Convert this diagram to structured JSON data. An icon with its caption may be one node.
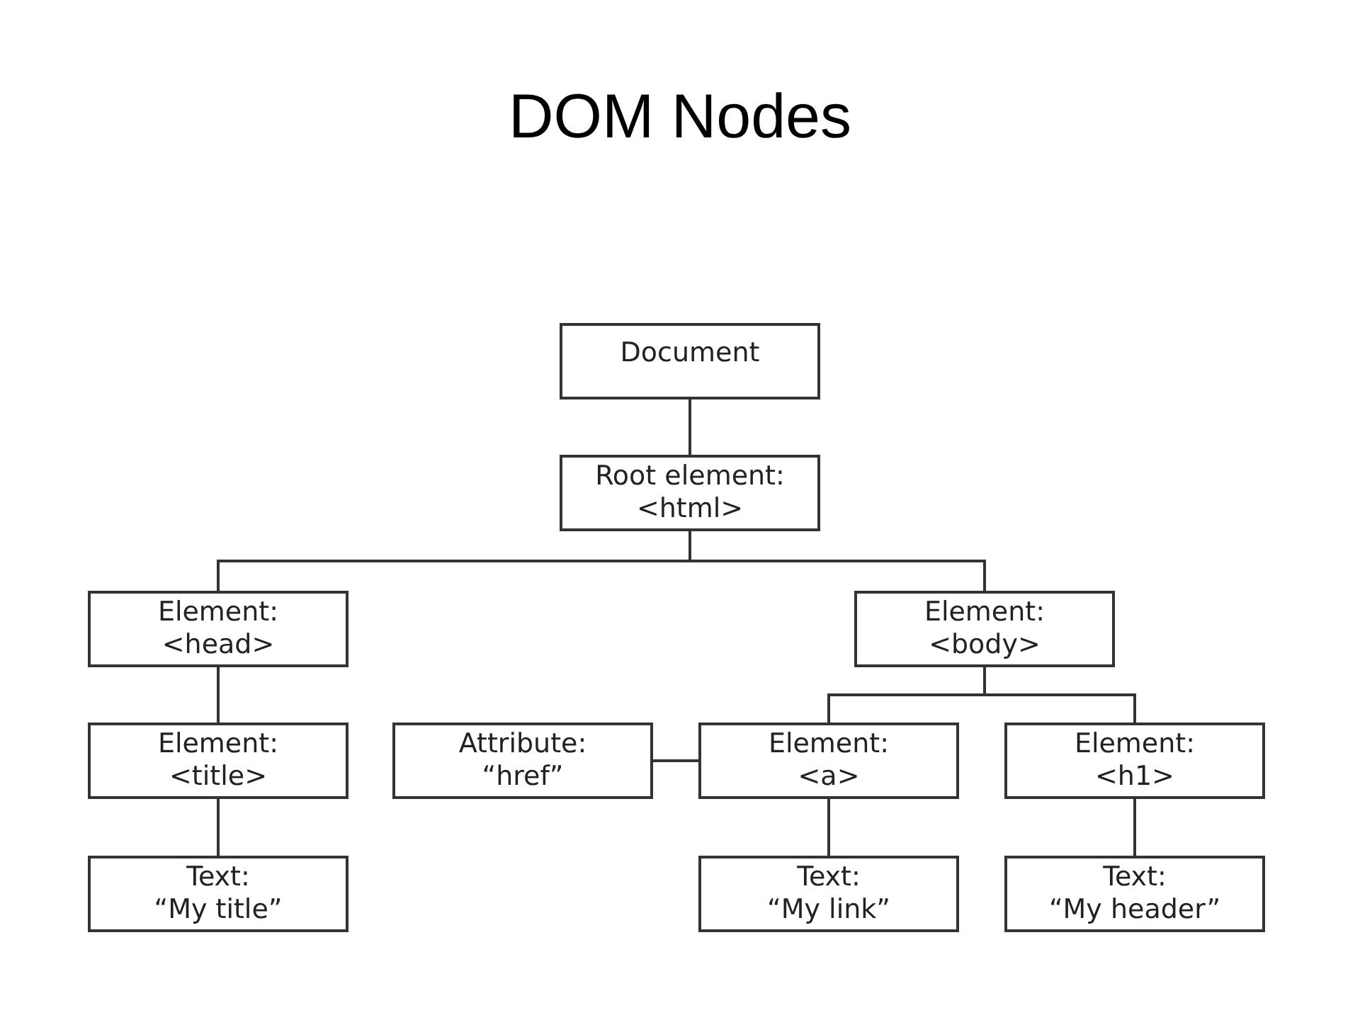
{
  "diagram": {
    "title": "DOM Nodes",
    "nodes": [
      {
        "text": [
          "Document"
        ]
      },
      {
        "text": [
          "Root element:",
          "<html>"
        ]
      },
      {
        "text": [
          "Element:",
          "<head>"
        ]
      },
      {
        "text": [
          "Element:",
          "<body>"
        ]
      },
      {
        "text": [
          "Element:",
          "<title>"
        ]
      },
      {
        "text": [
          "Attribute:",
          "“href”"
        ]
      },
      {
        "text": [
          "Element:",
          "<a>"
        ]
      },
      {
        "text": [
          "Element:",
          "<h1>"
        ]
      },
      {
        "text": [
          "Text:",
          "“My title”"
        ]
      },
      {
        "text": [
          "Text:",
          "“My link”"
        ]
      },
      {
        "text": [
          "Text:",
          "“My header”"
        ]
      }
    ],
    "edges": [
      {
        "from": 0,
        "to": 1,
        "arrow": "none"
      },
      {
        "from": 1,
        "to": 2,
        "arrow": "none"
      },
      {
        "from": 1,
        "to": 3,
        "arrow": "none"
      },
      {
        "from": 2,
        "to": 4,
        "arrow": "none"
      },
      {
        "from": 4,
        "to": 8,
        "arrow": "none"
      },
      {
        "from": 3,
        "to": 6,
        "arrow": "none"
      },
      {
        "from": 3,
        "to": 7,
        "arrow": "none"
      },
      {
        "from": 6,
        "to": 5,
        "arrow": "none"
      },
      {
        "from": 6,
        "to": 9,
        "arrow": "none"
      },
      {
        "from": 7,
        "to": 10,
        "arrow": "none"
      }
    ]
  }
}
